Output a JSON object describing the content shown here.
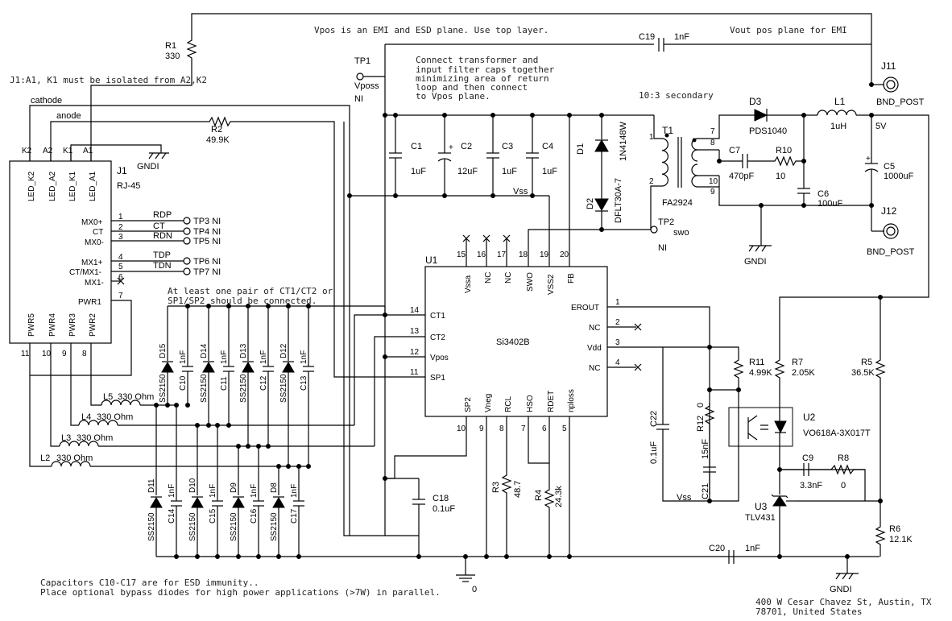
{
  "notes": {
    "vpos_plane": "Vpos is an EMI and ESD plane. Use top layer.",
    "vout_plane": "Vout pos plane for EMI",
    "iso_note": "J1:A1, K1 must be isolated from A2,K2",
    "xfmr_note_1": "Connect transformer and",
    "xfmr_note_2": "input filter caps together",
    "xfmr_note_3": "minimizing area of return",
    "xfmr_note_4": "loop and then connect",
    "xfmr_note_5": "to Vpos plane.",
    "secondary": "10:3 secondary",
    "ct_note_1": "At least one pair of CT1/CT2 or",
    "ct_note_2": "SP1/SP2 should be connected.",
    "esd_note_1": "Capacitors C10-C17 are for ESD immunity..",
    "esd_note_2": "Place optional bypass diodes for high power applications (>7W) in parallel.",
    "addr_1": "400 W Cesar Chavez St, Austin, TX",
    "addr_2": "78701, United States"
  },
  "nets": {
    "cathode": "cathode",
    "anode": "anode",
    "vss": "Vss",
    "vss2": "Vss",
    "gndi_1": "GNDI",
    "gndi_2": "GNDI",
    "gndi_3": "GNDI",
    "zero": "0",
    "fivev": "5V",
    "rdp": "RDP",
    "ct": "CT",
    "rdn": "RDN",
    "tdp": "TDP",
    "tdn": "TDN"
  },
  "j1": {
    "ref": "J1",
    "value": "RJ-45",
    "top_pins": [
      "LED_K2",
      "LED_A2",
      "LED_K1",
      "LED_A1"
    ],
    "top_names": [
      "K2",
      "A2",
      "K1",
      "A1"
    ],
    "right_pins": [
      "MX0+",
      "CT",
      "MX0-",
      "MX1+",
      "CT/MX1-",
      "MX1-",
      "PWR1"
    ],
    "right_nums": [
      "1",
      "2",
      "3",
      "4",
      "5",
      "6",
      "7"
    ],
    "bottom_pins": [
      "PWR5",
      "PWR4",
      "PWR3",
      "PWR2"
    ],
    "bottom_nums": [
      "11",
      "10",
      "9",
      "8"
    ]
  },
  "u1": {
    "ref": "U1",
    "value": "Si3402B",
    "top_pins": [
      "Vssa",
      "NC",
      "NC",
      "SWO",
      "VSS2",
      "FB"
    ],
    "top_nums": [
      "15",
      "16",
      "17",
      "18",
      "19",
      "20"
    ],
    "left_pins": [
      "CT1",
      "CT2",
      "Vpos",
      "SP1"
    ],
    "left_nums": [
      "14",
      "13",
      "12",
      "11"
    ],
    "right_pins": [
      "EROUT",
      "NC",
      "Vdd",
      "NC"
    ],
    "right_nums": [
      "1",
      "2",
      "3",
      "4"
    ],
    "bottom_pins": [
      "SP2",
      "Vneg",
      "RCL",
      "HSO",
      "RDET",
      "nploss"
    ],
    "bottom_nums": [
      "10",
      "9",
      "8",
      "7",
      "6",
      "5"
    ]
  },
  "parts": {
    "r1": {
      "ref": "R1",
      "value": "330"
    },
    "r2": {
      "ref": "R2",
      "value": "49.9K"
    },
    "tp1": {
      "ref": "TP1",
      "value": "Vposs",
      "ni": "NI"
    },
    "tp2": {
      "ref": "TP2",
      "value": "swo",
      "ni": "NI"
    },
    "tp3": {
      "ref": "TP3 NI"
    },
    "tp4": {
      "ref": "TP4 NI"
    },
    "tp5": {
      "ref": "TP5 NI"
    },
    "tp6": {
      "ref": "TP6 NI"
    },
    "tp7": {
      "ref": "TP7 NI"
    },
    "c1": {
      "ref": "C1",
      "value": "1uF"
    },
    "c2": {
      "ref": "C2",
      "value": "12uF"
    },
    "c3": {
      "ref": "C3",
      "value": "1uF"
    },
    "c4": {
      "ref": "C4",
      "value": "1uF"
    },
    "c5": {
      "ref": "C5",
      "value": "1000uF"
    },
    "c6": {
      "ref": "C6",
      "value": "100uF"
    },
    "c7": {
      "ref": "C7",
      "value": "470pF"
    },
    "c9": {
      "ref": "C9",
      "value": "3.3nF"
    },
    "c18": {
      "ref": "C18",
      "value": "0.1uF"
    },
    "c19": {
      "ref": "C19",
      "value": "1nF"
    },
    "c20": {
      "ref": "C20",
      "value": "1nF"
    },
    "c21": {
      "ref": "C21",
      "value": "15nF"
    },
    "c22": {
      "ref": "C22",
      "value": "0.1uF"
    },
    "d1": {
      "ref": "D1",
      "value": "1N4148W"
    },
    "d2": {
      "ref": "D2",
      "value": "DFLT30A-7"
    },
    "d3": {
      "ref": "D3",
      "value": "PDS1040"
    },
    "t1": {
      "ref": "T1",
      "value": "FA2924"
    },
    "l1": {
      "ref": "L1",
      "value": "1uH"
    },
    "l2": {
      "ref": "L2",
      "value": "330 Ohm"
    },
    "l3": {
      "ref": "L3",
      "value": "330 Ohm"
    },
    "l4": {
      "ref": "L4",
      "value": "330 Ohm"
    },
    "l5": {
      "ref": "L5",
      "value": "330 Ohm"
    },
    "r3": {
      "ref": "R3",
      "value": "48.7"
    },
    "r4": {
      "ref": "R4",
      "value": "24.3k"
    },
    "r5": {
      "ref": "R5",
      "value": "36.5K"
    },
    "r6": {
      "ref": "R6",
      "value": "12.1K"
    },
    "r7": {
      "ref": "R7",
      "value": "2.05K"
    },
    "r8": {
      "ref": "R8",
      "value": "0"
    },
    "r10": {
      "ref": "R10",
      "value": "10"
    },
    "r11": {
      "ref": "R11",
      "value": "4.99K"
    },
    "r12": {
      "ref": "R12",
      "value": "0"
    },
    "u2": {
      "ref": "U2",
      "value": "VO618A-3X017T"
    },
    "u3": {
      "ref": "U3",
      "value": "TLV431"
    },
    "j11": {
      "ref": "J11",
      "value": "BND_POST"
    },
    "j12": {
      "ref": "J12",
      "value": "BND_POST"
    },
    "t1_pins": [
      "1",
      "2",
      "7",
      "8",
      "10",
      "9"
    ],
    "esd_top": [
      {
        "d": "D15",
        "dv": "SS2150",
        "c": "C10",
        "cv": "1nF"
      },
      {
        "d": "D14",
        "dv": "SS2150",
        "c": "C11",
        "cv": "1nF"
      },
      {
        "d": "D13",
        "dv": "SS2150",
        "c": "C12",
        "cv": "1nF"
      },
      {
        "d": "D12",
        "dv": "SS2150",
        "c": "C13",
        "cv": "1nF"
      }
    ],
    "esd_bot": [
      {
        "d": "D11",
        "dv": "SS2150",
        "c": "C14",
        "cv": "1nF"
      },
      {
        "d": "D10",
        "dv": "SS2150",
        "c": "C15",
        "cv": "1nF"
      },
      {
        "d": "D9",
        "dv": "SS2150",
        "c": "C16",
        "cv": "1nF"
      },
      {
        "d": "D8",
        "dv": "SS2150",
        "c": "C17",
        "cv": "1nF"
      }
    ]
  }
}
